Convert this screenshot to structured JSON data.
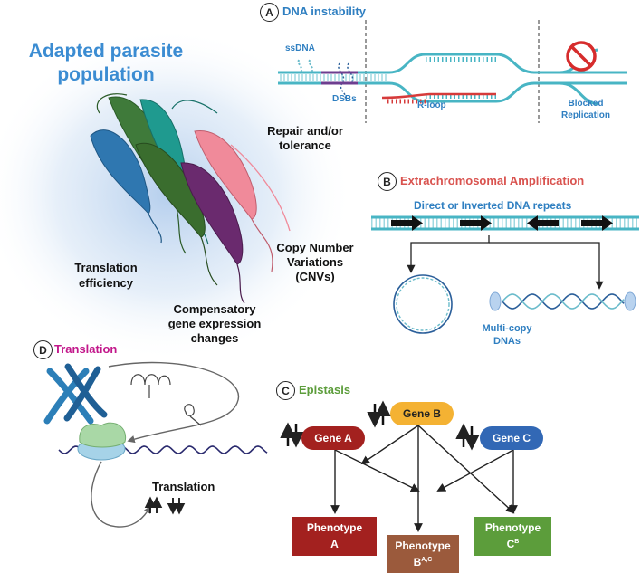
{
  "colors": {
    "dna_blue": "#2f7fc1",
    "strand_teal": "#48b5c4",
    "rloop_red": "#d63b3b",
    "amp_red": "#d9534f",
    "epistasis_green": "#5c9d3b",
    "translation_magenta": "#c2188b",
    "gene_a": "#a3211f",
    "gene_b": "#f4b233",
    "gene_c": "#3268b5",
    "pheno_a": "#a3211f",
    "pheno_b": "#9b5a3c",
    "pheno_c": "#5c9d3b"
  },
  "population": {
    "title_line1": "Adapted parasite",
    "title_line2": "population",
    "repair_line1": "Repair and/or",
    "repair_line2": "tolerance",
    "cnv_line1": "Copy Number",
    "cnv_line2": "Variations",
    "cnv_line3": "(CNVs)",
    "translation_line1": "Translation",
    "translation_line2": "efficiency",
    "comp_line1": "Compensatory",
    "comp_line2": "gene expression",
    "comp_line3": "changes"
  },
  "panel_a": {
    "badge": "A",
    "title": "DNA instability",
    "ssdna": "ssDNA",
    "dsbs": "DSBs",
    "rloop": "R-loop",
    "blocked_line1": "Blocked",
    "blocked_line2": "Replication",
    "icons": [
      "no-entry-icon"
    ]
  },
  "panel_b": {
    "badge": "B",
    "title": "Extrachromosomal Amplification",
    "subtitle": "Direct or Inverted DNA repeats",
    "multicopy_line1": "Multi-copy",
    "multicopy_line2": "DNAs"
  },
  "panel_c": {
    "badge": "C",
    "title": "Epistasis",
    "genes": [
      "Gene A",
      "Gene B",
      "Gene C"
    ],
    "phenotypes": [
      {
        "line1": "Phenotype",
        "line2": "A",
        "sup": ""
      },
      {
        "line1": "Phenotype",
        "line2": "B",
        "sup": "A,C"
      },
      {
        "line1": "Phenotype",
        "line2": "C",
        "sup": "B"
      }
    ]
  },
  "panel_d": {
    "badge": "D",
    "title": "Translation",
    "label": "Translation",
    "icons": [
      "chromosome-icon",
      "ribosome-icon",
      "mrna-icon"
    ]
  }
}
